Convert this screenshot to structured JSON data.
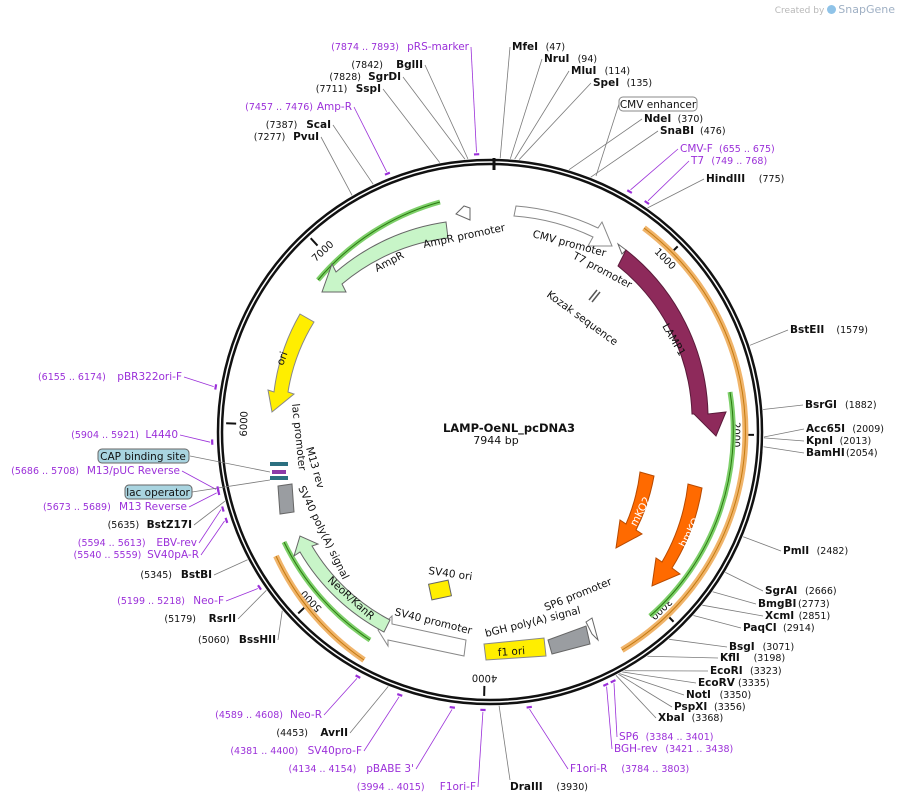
{
  "credit": {
    "created_by": "Created by",
    "brand": "SnapGene"
  },
  "plasmid": {
    "name": "LAMP-OeNL_pcDNA3",
    "length_text": "7944 bp",
    "total_bp": 7944
  },
  "ticks": [
    {
      "bp": 1000,
      "label": "1000"
    },
    {
      "bp": 2000,
      "label": "2000"
    },
    {
      "bp": 3000,
      "label": "3000"
    },
    {
      "bp": 4000,
      "label": "4000"
    },
    {
      "bp": 5000,
      "label": "5000"
    },
    {
      "bp": 6000,
      "label": "6000"
    },
    {
      "bp": 7000,
      "label": "7000"
    }
  ],
  "enzymes": [
    {
      "name": "MfeI",
      "pos": "(47)",
      "bp": 47,
      "side": "right"
    },
    {
      "name": "NruI",
      "pos": "(94)",
      "bp": 94,
      "side": "right"
    },
    {
      "name": "MluI",
      "pos": "(114)",
      "bp": 114,
      "side": "right"
    },
    {
      "name": "SpeI",
      "pos": "(135)",
      "bp": 135,
      "side": "right"
    },
    {
      "name": "NdeI",
      "pos": "(370)",
      "bp": 370,
      "side": "right"
    },
    {
      "name": "SnaBI",
      "pos": "(476)",
      "bp": 476,
      "side": "right"
    },
    {
      "name": "HindIII",
      "pos": "(775)",
      "bp": 775,
      "side": "right"
    },
    {
      "name": "BstEII",
      "pos": "(1579)",
      "bp": 1579,
      "side": "right"
    },
    {
      "name": "BsrGI",
      "pos": "(1882)",
      "bp": 1882,
      "side": "right"
    },
    {
      "name": "Acc65I",
      "pos": "(2009)",
      "bp": 2009,
      "side": "right"
    },
    {
      "name": "KpnI",
      "pos": "(2013)",
      "bp": 2013,
      "side": "right"
    },
    {
      "name": "BamHI",
      "pos": "(2054)",
      "bp": 2054,
      "side": "right"
    },
    {
      "name": "PmlI",
      "pos": "(2482)",
      "bp": 2482,
      "side": "right"
    },
    {
      "name": "SgrAI",
      "pos": "(2666)",
      "bp": 2666,
      "side": "right"
    },
    {
      "name": "BmgBI",
      "pos": "(2773)",
      "bp": 2773,
      "side": "right"
    },
    {
      "name": "XcmI",
      "pos": "(2851)",
      "bp": 2851,
      "side": "right"
    },
    {
      "name": "PaqCI",
      "pos": "(2914)",
      "bp": 2914,
      "side": "right"
    },
    {
      "name": "BsgI",
      "pos": "(3071)",
      "bp": 3071,
      "side": "right"
    },
    {
      "name": "KflI",
      "pos": "(3198)",
      "bp": 3198,
      "side": "right"
    },
    {
      "name": "EcoRI",
      "pos": "(3323)",
      "bp": 3323,
      "side": "right"
    },
    {
      "name": "EcoRV",
      "pos": "(3335)",
      "bp": 3335,
      "side": "right"
    },
    {
      "name": "NotI",
      "pos": "(3350)",
      "bp": 3350,
      "side": "right"
    },
    {
      "name": "PspXI",
      "pos": "(3356)",
      "bp": 3356,
      "side": "right"
    },
    {
      "name": "XbaI",
      "pos": "(3368)",
      "bp": 3368,
      "side": "right"
    },
    {
      "name": "DraIII",
      "pos": "(3930)",
      "bp": 3930,
      "side": "bottom"
    },
    {
      "name": "AvrII",
      "pos": "(4453)",
      "bp": 4453,
      "side": "left"
    },
    {
      "name": "BssHII",
      "pos": "(5060)",
      "bp": 5060,
      "side": "left"
    },
    {
      "name": "RsrII",
      "pos": "(5179)",
      "bp": 5179,
      "side": "left"
    },
    {
      "name": "BstBI",
      "pos": "(5345)",
      "bp": 5345,
      "side": "left"
    },
    {
      "name": "BstZ17I",
      "pos": "(5635)",
      "bp": 5635,
      "side": "left"
    },
    {
      "name": "PvuI",
      "pos": "(7277)",
      "bp": 7277,
      "side": "left"
    },
    {
      "name": "ScaI",
      "pos": "(7387)",
      "bp": 7387,
      "side": "left"
    },
    {
      "name": "SspI",
      "pos": "(7711)",
      "bp": 7711,
      "side": "left"
    },
    {
      "name": "SgrDI",
      "pos": "(7828)",
      "bp": 7828,
      "side": "left"
    },
    {
      "name": "BglII",
      "pos": "(7842)",
      "bp": 7842,
      "side": "left"
    }
  ],
  "primers": [
    {
      "name": "pRS-marker",
      "range": "(7874 .. 7893)",
      "bp": 7883,
      "side": "left"
    },
    {
      "name": "Amp-R",
      "range": "(7457 .. 7476)",
      "bp": 7466,
      "side": "left"
    },
    {
      "name": "CMV-F",
      "range": "(655 .. 675)",
      "bp": 665,
      "side": "right"
    },
    {
      "name": "T7",
      "range": "(749 .. 768)",
      "bp": 758,
      "side": "right"
    },
    {
      "name": "pBR322ori-F",
      "range": "(6155 .. 6174)",
      "bp": 6164,
      "side": "left"
    },
    {
      "name": "L4440",
      "range": "(5904 .. 5921)",
      "bp": 5912,
      "side": "left"
    },
    {
      "name": "M13/pUC Reverse",
      "range": "(5686 .. 5708)",
      "bp": 5697,
      "side": "left"
    },
    {
      "name": "M13 Reverse",
      "range": "(5673 .. 5689)",
      "bp": 5681,
      "side": "left"
    },
    {
      "name": "EBV-rev",
      "range": "(5594 .. 5613)",
      "bp": 5603,
      "side": "left"
    },
    {
      "name": "SV40pA-R",
      "range": "(5540 .. 5559)",
      "bp": 5549,
      "side": "left"
    },
    {
      "name": "Neo-F",
      "range": "(5199 .. 5218)",
      "bp": 5208,
      "side": "left"
    },
    {
      "name": "Neo-R",
      "range": "(4589 .. 4608)",
      "bp": 4598,
      "side": "left"
    },
    {
      "name": "SV40pro-F",
      "range": "(4381 .. 4400)",
      "bp": 4390,
      "side": "left"
    },
    {
      "name": "pBABE 3'",
      "range": "(4134 .. 4154)",
      "bp": 4144,
      "side": "left"
    },
    {
      "name": "F1ori-F",
      "range": "(3994 .. 4015)",
      "bp": 4004,
      "side": "left"
    },
    {
      "name": "F1ori-R",
      "range": "(3784 .. 3803)",
      "bp": 3793,
      "side": "right"
    },
    {
      "name": "SP6",
      "range": "(3384 .. 3401)",
      "bp": 3392,
      "side": "right"
    },
    {
      "name": "BGH-rev",
      "range": "(3421 .. 3438)",
      "bp": 3429,
      "side": "right"
    }
  ],
  "boxed_features": [
    {
      "name": "CMV enhancer"
    },
    {
      "name": "CAP binding site"
    },
    {
      "name": "lac operator"
    }
  ],
  "features": [
    {
      "name": "CMV promoter"
    },
    {
      "name": "T7 promoter"
    },
    {
      "name": "Kozak sequence"
    },
    {
      "name": "LAMP1"
    },
    {
      "name": "mKO2"
    },
    {
      "name": "hmKO"
    },
    {
      "name": "SP6 promoter"
    },
    {
      "name": "bGH poly(A) signal"
    },
    {
      "name": "f1 ori"
    },
    {
      "name": "SV40 ori"
    },
    {
      "name": "SV40 promoter"
    },
    {
      "name": "NeoR/KanR"
    },
    {
      "name": "SV40 poly(A) signal"
    },
    {
      "name": "M13 rev"
    },
    {
      "name": "lac promoter"
    },
    {
      "name": "ori"
    },
    {
      "name": "AmpR"
    },
    {
      "name": "AmpR promoter"
    }
  ],
  "colors": {
    "backbone": "#111111",
    "primer": "#9b30d9",
    "enzyme_line": "#7a7a7a",
    "LAMP1": "#8e2a5b",
    "mKO2": "#ff6a00",
    "AmpR": "#c8f5c8",
    "ori": "#ffee00",
    "promoter": "#ffffff",
    "polyA": "#9a9da1",
    "boxed": "#a9d4e0",
    "orf_orange": "#f0b46a",
    "orf_green": "#7ed06a"
  }
}
